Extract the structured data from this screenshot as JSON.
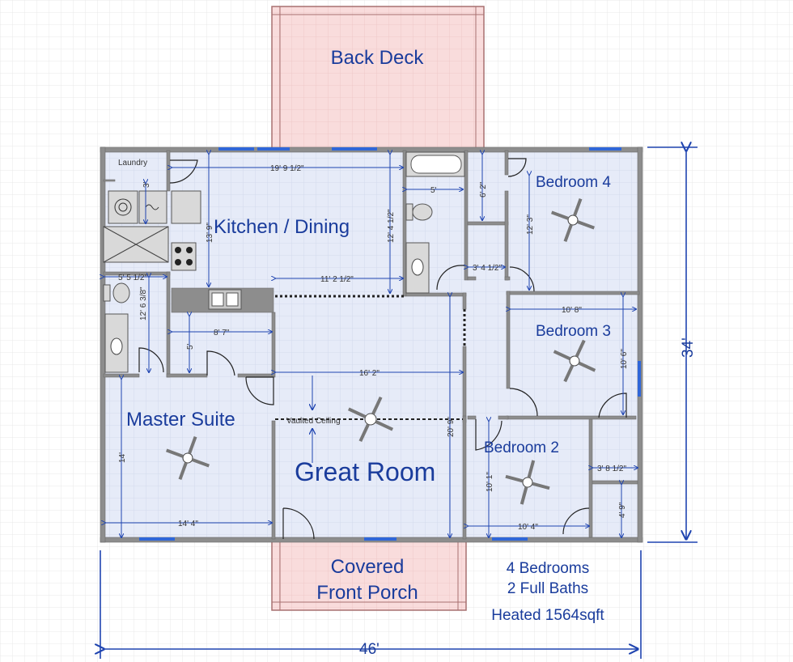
{
  "rooms": {
    "back_deck": "Back Deck",
    "laundry": "Laundry",
    "kitchen_dining": "Kitchen / Dining",
    "bedroom4": "Bedroom 4",
    "bedroom3": "Bedroom 3",
    "bedroom2": "Bedroom 2",
    "master_suite": "Master Suite",
    "great_room": "Great Room",
    "porch_line1": "Covered",
    "porch_line2": "Front Porch",
    "vaulted": "Vaulted Ceiling"
  },
  "dimensions": {
    "kitchen_width": "19' 9 1/2\"",
    "kitchen_depth": "13' 9\"",
    "kitchen_right_depth": "12' 4 1/2\"",
    "hall_width": "11' 2 1/2\"",
    "laundry_gap": "3'",
    "laundry_width": "5' 5 1/2\"",
    "master_bath_depth": "12' 6 3/8\"",
    "closet_width": "8' 7\"",
    "closet_depth": "5'",
    "bath_width": "5'",
    "closet4_depth": "6' 2\"",
    "bedroom4_depth": "12' 3\"",
    "hall_closet": "3' 4 1/2\"",
    "bedroom3_width": "10' 8\"",
    "bedroom3_depth": "10' 6\"",
    "great_room_width": "16' 2\"",
    "great_room_depth": "20' 9\"",
    "master_depth": "14'",
    "master_width": "14' 4\"",
    "bedroom2_depth": "10' 1\"",
    "bedroom2_width": "10' 4\"",
    "closet2_width": "3' 8 1/2\"",
    "closet2_depth": "4' 9\"",
    "overall_depth": "34'",
    "overall_width": "46'"
  },
  "summary": {
    "bedrooms": "4 Bedrooms",
    "baths": "2 Full Baths",
    "heated": "Heated 1564sqft"
  },
  "colors": {
    "interior": "#e4eaf8",
    "deck": "#f9dede",
    "deck_border": "#b58080",
    "label": "#1a3c9c",
    "dimension": "#1f44b0",
    "grid": "#e2e2e2"
  }
}
